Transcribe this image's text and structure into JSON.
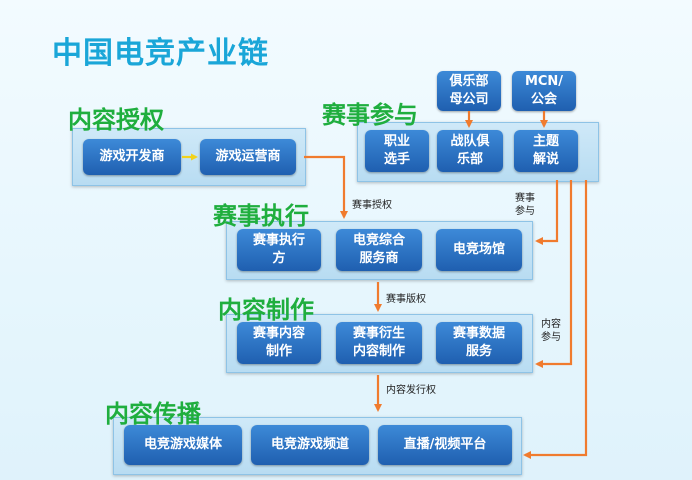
{
  "title": "中国电竞产业链",
  "sections": {
    "content_license": "内容授权",
    "event_participation": "赛事参与",
    "event_execution": "赛事执行",
    "content_production": "内容制作",
    "content_distribution": "内容传播"
  },
  "nodes": {
    "game_developer": "游戏开发商",
    "game_operator": "游戏运营商",
    "club_parent": "俱乐部\n母公司",
    "mcn_guild": "MCN/\n公会",
    "pro_player": "职业\n选手",
    "team_club": "战队俱\n乐部",
    "host_commentator": "主题\n解说",
    "event_executor": "赛事执行\n方",
    "esports_service": "电竞综合\n服务商",
    "esports_venue": "电竞场馆",
    "event_content": "赛事内容\n制作",
    "derivative_content": "赛事衍生\n内容制作",
    "event_data": "赛事数据\n服务",
    "esports_media": "电竞游戏媒体",
    "esports_channel": "电竞游戏频道",
    "live_video_platform": "直播/视频平台"
  },
  "annotations": {
    "event_license": "赛事授权",
    "event_participation_note": "赛事\n参与",
    "event_copyright": "赛事版权",
    "content_participation": "内容\n参与",
    "content_distribution_rights": "内容发行权"
  },
  "colors": {
    "title": "#1aa6d8",
    "section_title": "#1fae3e",
    "node": "#2a70c4",
    "arrow": "#f07b2e",
    "small_arrow": "#f2d21b"
  }
}
